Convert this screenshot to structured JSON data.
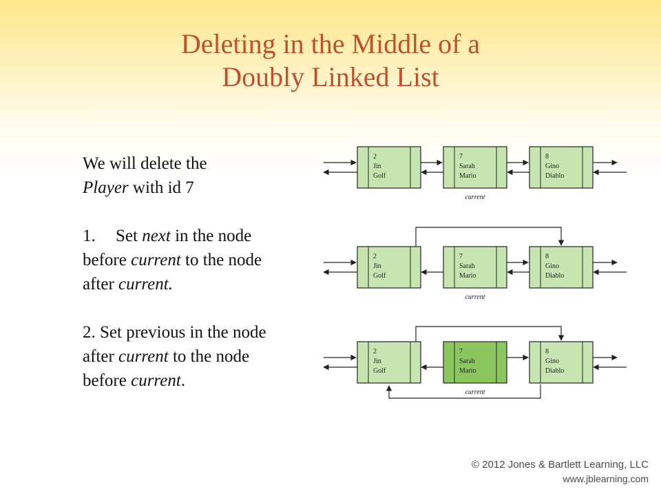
{
  "slide": {
    "title_line1": "Deleting in the Middle of a",
    "title_line2": "Doubly Linked List"
  },
  "body": {
    "intro_part1": "We will delete the",
    "intro_player": "Player",
    "intro_part2": " with id 7",
    "step1_num": "1.",
    "step1_part1": "Set ",
    "step1_next": "next",
    "step1_part2": " in the node",
    "step1_part3": "before ",
    "step1_current1": "current",
    "step1_part4": " to the node",
    "step1_part5": "after ",
    "step1_current2": "current.",
    "step2_part1": "2. Set previous in the node",
    "step2_part2": "after ",
    "step2_current1": "current",
    "step2_part3": " to the node",
    "step2_part4": "before ",
    "step2_current2": "current",
    "step2_period": "."
  },
  "diagram": {
    "current_label": "current",
    "nodes": [
      {
        "id": "2",
        "first": "Jin",
        "last": "Golf"
      },
      {
        "id": "7",
        "first": "Sarah",
        "last": "Mario"
      },
      {
        "id": "8",
        "first": "Gino",
        "last": "Diablo"
      }
    ],
    "node_fill": "#c6e5b0",
    "highlight_fill": "#8cc65f",
    "stroke": "#222222"
  },
  "footer": {
    "copyright": "© 2012 Jones & Bartlett Learning, LLC",
    "url": "www.jblearning.com"
  }
}
